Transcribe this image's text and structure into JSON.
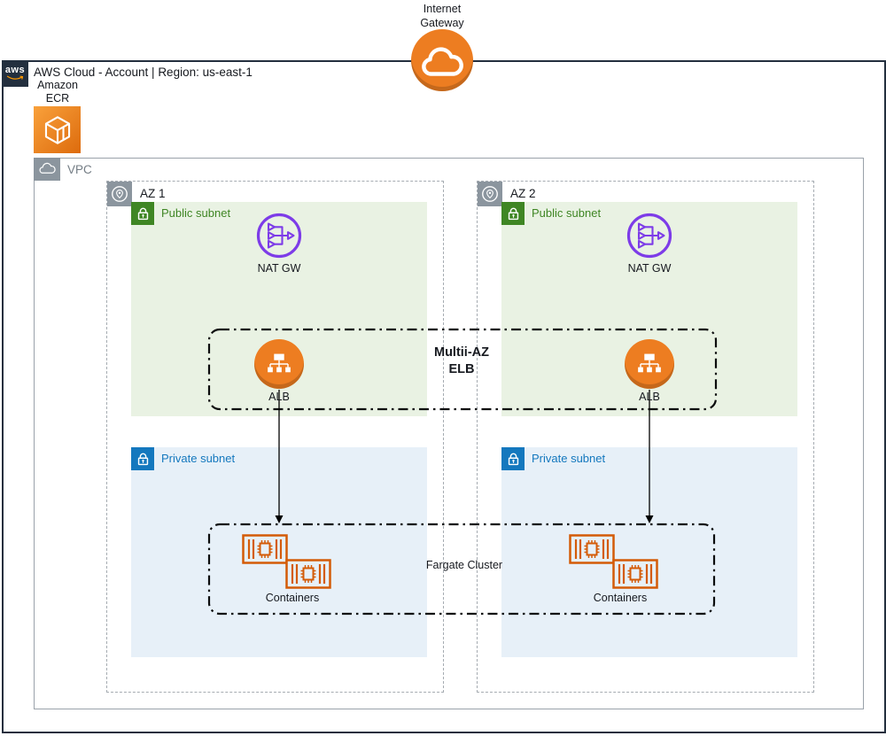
{
  "internet_gateway": {
    "line1": "Internet",
    "line2": "Gateway"
  },
  "aws_cloud": {
    "logo_text": "aws",
    "title": "AWS Cloud - Account | Region: us-east-1"
  },
  "ecr": {
    "line1": "Amazon",
    "line2": "ECR"
  },
  "vpc": {
    "label": "VPC"
  },
  "azs": [
    {
      "label": "AZ 1",
      "public_subnet_label": "Public subnet",
      "private_subnet_label": "Private subnet",
      "nat_gateway_label": "NAT GW",
      "alb_label": "ALB",
      "containers_label": "Containers"
    },
    {
      "label": "AZ 2",
      "public_subnet_label": "Public subnet",
      "private_subnet_label": "Private subnet",
      "nat_gateway_label": "NAT GW",
      "alb_label": "ALB",
      "containers_label": "Containers"
    }
  ],
  "elb_group": {
    "line1": "Multii-AZ",
    "line2": "ELB"
  },
  "fargate_group": {
    "label": "Fargate Cluster"
  },
  "colors": {
    "aws_dark": "#232f3e",
    "node_orange": "#ed7d21",
    "container_orange": "#d45b07",
    "nat_purple": "#7d3ce8",
    "public_green": "#3f8624",
    "public_green_bg": "#e9f2e3",
    "private_blue": "#1478be",
    "private_blue_bg": "#e7f0f8",
    "group_gray": "#8b959e"
  }
}
